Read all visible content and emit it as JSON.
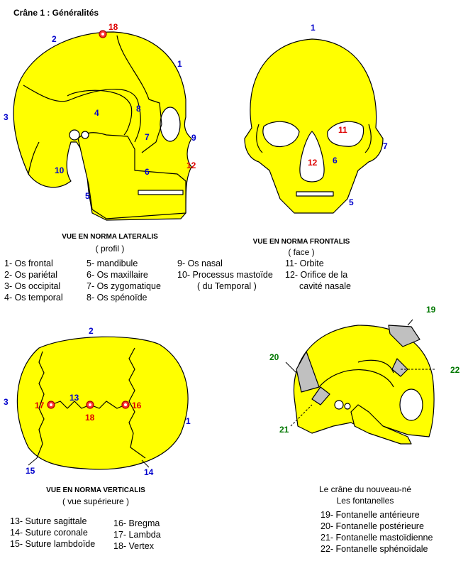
{
  "title": "Crâne 1 : Généralités",
  "colors": {
    "bone": "#ffff00",
    "outline": "#000000",
    "blue_label": "#0000cc",
    "red_label": "#dd0000",
    "green_label": "#007700",
    "fontanelle": "#c0c0c0"
  },
  "views": {
    "lateral": {
      "caption": "VUE EN NORMA LATERALIS",
      "sub": "( profil )"
    },
    "frontal": {
      "caption": "VUE EN NORMA FRONTALIS",
      "sub": "( face )"
    },
    "vertical": {
      "caption": "VUE EN NORMA VERTICALIS",
      "sub": "( vue supérieure )"
    },
    "newborn": {
      "caption1": "Le crâne du nouveau-né",
      "caption2": "Les fontanelles"
    }
  },
  "labels": {
    "lat": [
      "18",
      "2",
      "1",
      "3",
      "4",
      "8",
      "7",
      "9",
      "10",
      "6",
      "12",
      "5"
    ],
    "front": [
      "1",
      "11",
      "7",
      "12",
      "6",
      "5"
    ],
    "vert": [
      "2",
      "3",
      "13",
      "17",
      "16",
      "18",
      "1",
      "15",
      "14"
    ],
    "nb": [
      "19",
      "20",
      "22",
      "21"
    ]
  },
  "legend_bones": {
    "col1": [
      "1- Os frontal",
      "2- Os pariétal",
      "3- Os occipital",
      "4- Os temporal"
    ],
    "col2": [
      "5- mandibule",
      "6- Os maxillaire",
      "7- Os zygomatique",
      "8- Os spénoïde"
    ],
    "col3": [
      "9- Os nasal",
      "10- Processus mastoïde",
      "( du Temporal )"
    ],
    "col4": [
      "11- Orbite",
      "12- Orifice de la",
      "cavité nasale"
    ]
  },
  "legend_sutures": {
    "col1": [
      "13- Suture sagittale",
      "14- Suture coronale",
      "15- Suture lambdoïde"
    ],
    "col2": [
      "16- Bregma",
      "17- Lambda",
      "18- Vertex"
    ]
  },
  "legend_fontanelles": [
    "19- Fontanelle antérieure",
    "20- Fontanelle postérieure",
    "21- Fontanelle mastoïdienne",
    "22- Fontanelle sphénoïdale"
  ]
}
